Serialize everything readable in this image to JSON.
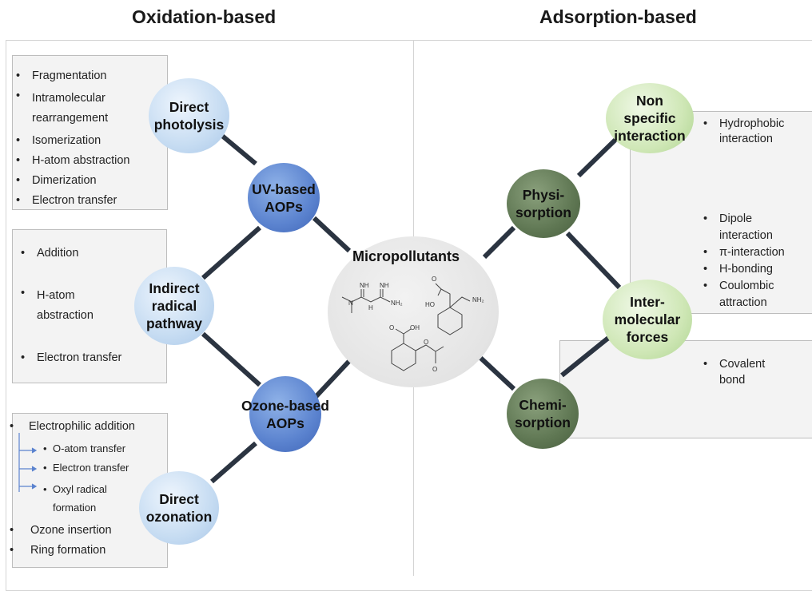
{
  "headings": {
    "left": "Oxidation-based",
    "right": "Adsorption-based"
  },
  "center": {
    "label": "Micropollutants"
  },
  "nodes": {
    "direct_photolysis": "Direct\nphotolysis",
    "uv_aops": "UV-based\nAOPs",
    "indirect_radical": "Indirect\nradical\npathway",
    "ozone_aops": "Ozone-based\nAOPs",
    "direct_ozonation": "Direct\nozonation",
    "non_specific": "Non\nspecific\ninteraction",
    "physisorption": "Physi-\nsorption",
    "intermolecular": "Inter-\nmolecular\nforces",
    "chemisorption": "Chemi-\nsorption"
  },
  "boxes": {
    "photolysis": [
      "Fragmentation",
      "Intramolecular rearrangement",
      "Isomerization",
      "H-atom abstraction",
      "Dimerization",
      "Electron transfer"
    ],
    "radical": [
      "Addition",
      "H-atom abstraction",
      "Electron transfer"
    ],
    "ozonation": {
      "main": "Electrophilic addition",
      "subs": [
        "O-atom transfer",
        "Electron transfer",
        "Oxyl radical formation"
      ],
      "rest": [
        "Ozone insertion",
        "Ring formation"
      ]
    },
    "hydrophobic": [
      "Hydrophobic interaction"
    ],
    "intermolecular": [
      "Dipole interaction",
      "π-interaction",
      "H-bonding",
      "Coulombic attraction"
    ],
    "covalent": [
      "Covalent bond"
    ]
  },
  "molecules": {
    "metformin": {
      "atoms": [
        "NH",
        "NH",
        "N",
        "H",
        "NH₂"
      ]
    },
    "gabapentin": {
      "atoms": [
        "O",
        "HO",
        "NH₂"
      ]
    },
    "aspirin": {
      "atoms": [
        "O",
        "OH",
        "O",
        "O"
      ]
    }
  },
  "colors": {
    "connector": "#2b3441",
    "box_fill": "#f3f3f3",
    "blue_dark": "#4a72c4",
    "blue_light": "#bdd7f0",
    "green_dark": "#56704b",
    "green_light": "#c5e3a8"
  }
}
